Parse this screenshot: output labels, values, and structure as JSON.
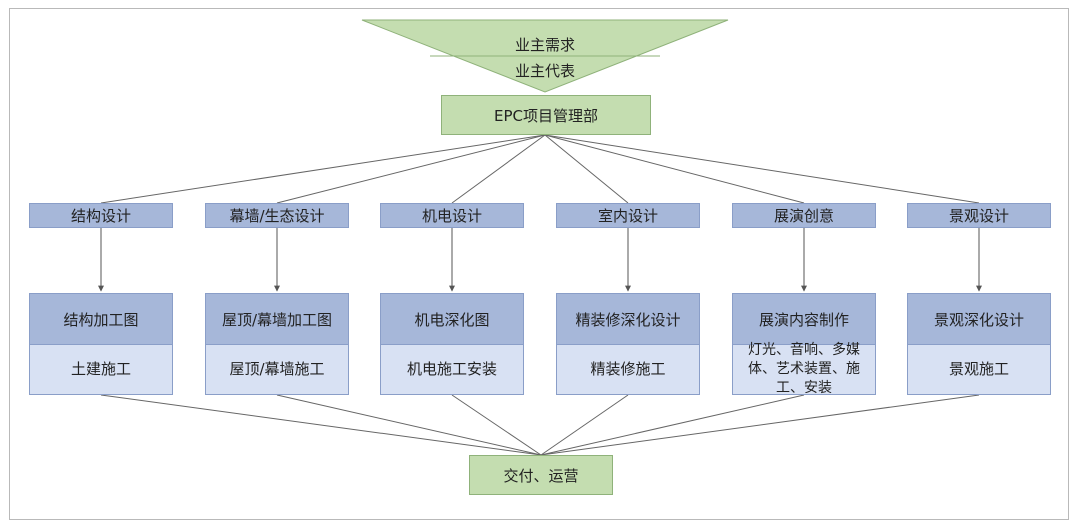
{
  "header": {
    "line1": "业主需求",
    "line2": "业主代表"
  },
  "pm": {
    "label": "EPC项目管理部"
  },
  "columns": [
    {
      "category": "结构设计",
      "top": "结构加工图",
      "bottom": "土建施工"
    },
    {
      "category": "幕墙/生态设计",
      "top": "屋顶/幕墙加工图",
      "bottom": "屋顶/幕墙施工"
    },
    {
      "category": "机电设计",
      "top": "机电深化图",
      "bottom": "机电施工安装"
    },
    {
      "category": "室内设计",
      "top": "精装修深化设计",
      "bottom": "精装修施工"
    },
    {
      "category": "展演创意",
      "top": "展演内容制作",
      "bottom": "灯光、音响、多媒体、艺术装置、施工、安装"
    },
    {
      "category": "景观设计",
      "top": "景观深化设计",
      "bottom": "景观施工"
    }
  ],
  "footer": {
    "label": "交付、运营"
  },
  "colors": {
    "green_fill": "#c4ddb0",
    "blue_fill": "#a6b7d9",
    "light_blue_fill": "#d8e1f3",
    "line": "#555555"
  }
}
